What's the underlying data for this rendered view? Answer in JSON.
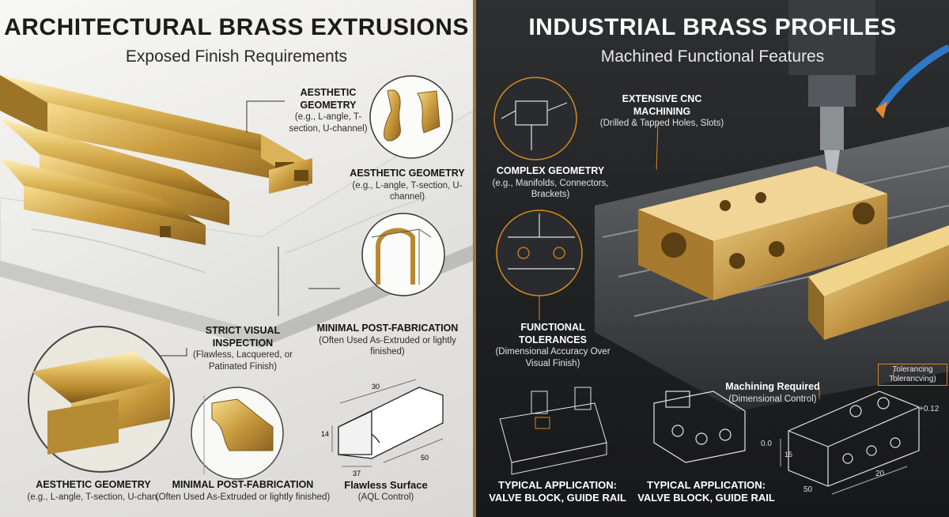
{
  "left": {
    "title": "ARCHITECTURAL BRASS EXTRUSIONS",
    "subtitle": "Exposed Finish Requirements",
    "callout_top_right": {
      "heading": "AESTHETIC GEOMETRY",
      "desc": "(e.g., L-angle, T-section, U-channel)"
    },
    "callout_mid_right": {
      "heading": "AESTHETIC GEOMETRY",
      "desc": "(e.g., L-angle, T-section, U-channel)"
    },
    "callout_inspection": {
      "heading": "STRICT VISUAL INSPECTION",
      "desc": "(Flawless, Lacquered, or Patinated Finish)"
    },
    "callout_post_fab": {
      "heading": "MINIMAL POST-FABRICATION",
      "desc": "(Often Used As-Extruded or lightly finished)"
    },
    "bottom_1": {
      "heading": "AESTHETIC GEOMETRY",
      "desc": "(e.g., L-angle, T-section, U-chan."
    },
    "bottom_2": {
      "heading": "MINIMAL POST-FABRICATION",
      "desc": "(Often Used As-Extruded or lightly finished)"
    },
    "bottom_3": {
      "heading": "Flawless Surface",
      "desc": "(AQL Control)"
    },
    "dims": {
      "d30": "30",
      "d14": "14",
      "d37": "37",
      "d50": "50"
    }
  },
  "right": {
    "title": "INDUSTRIAL BRASS PROFILES",
    "subtitle": "Machined Functional Features",
    "callout_cnc": {
      "heading": "EXTENSIVE CNC MACHINING",
      "desc": "(Drilled & Tapped Holes, Slots)"
    },
    "callout_complex": {
      "heading": "COMPLEX GEOMETRY",
      "desc": "(e.g., Manifolds, Connectors, Brackets)"
    },
    "callout_tolerances": {
      "heading": "FUNCTIONAL TOLERANCES",
      "desc": "(Dimensional Accuracy Over Visual Finish)"
    },
    "callout_machining": {
      "heading": "Machining Required",
      "desc": "(Dimensional Control)"
    },
    "tolerancing_box": {
      "line1": "Tolerancing",
      "line2": "Tolerancving)"
    },
    "bottom_1": {
      "line1": "TYPICAL APPLICATION:",
      "line2": "VALVE BLOCK, GUIDE RAIL"
    },
    "bottom_2": {
      "line1": "TYPICAL APPLICATION:",
      "line2": "VALVE BLOCK, GUIDE RAIL"
    },
    "dims": {
      "d012": "+0.12",
      "d00": "0.0",
      "d15": "15",
      "d20": "20",
      "d50": "50"
    }
  },
  "colors": {
    "brass": "#c9a24a",
    "brass_light": "#f1d98a",
    "brass_dark": "#8a6620",
    "accent": "#d98a1e"
  }
}
